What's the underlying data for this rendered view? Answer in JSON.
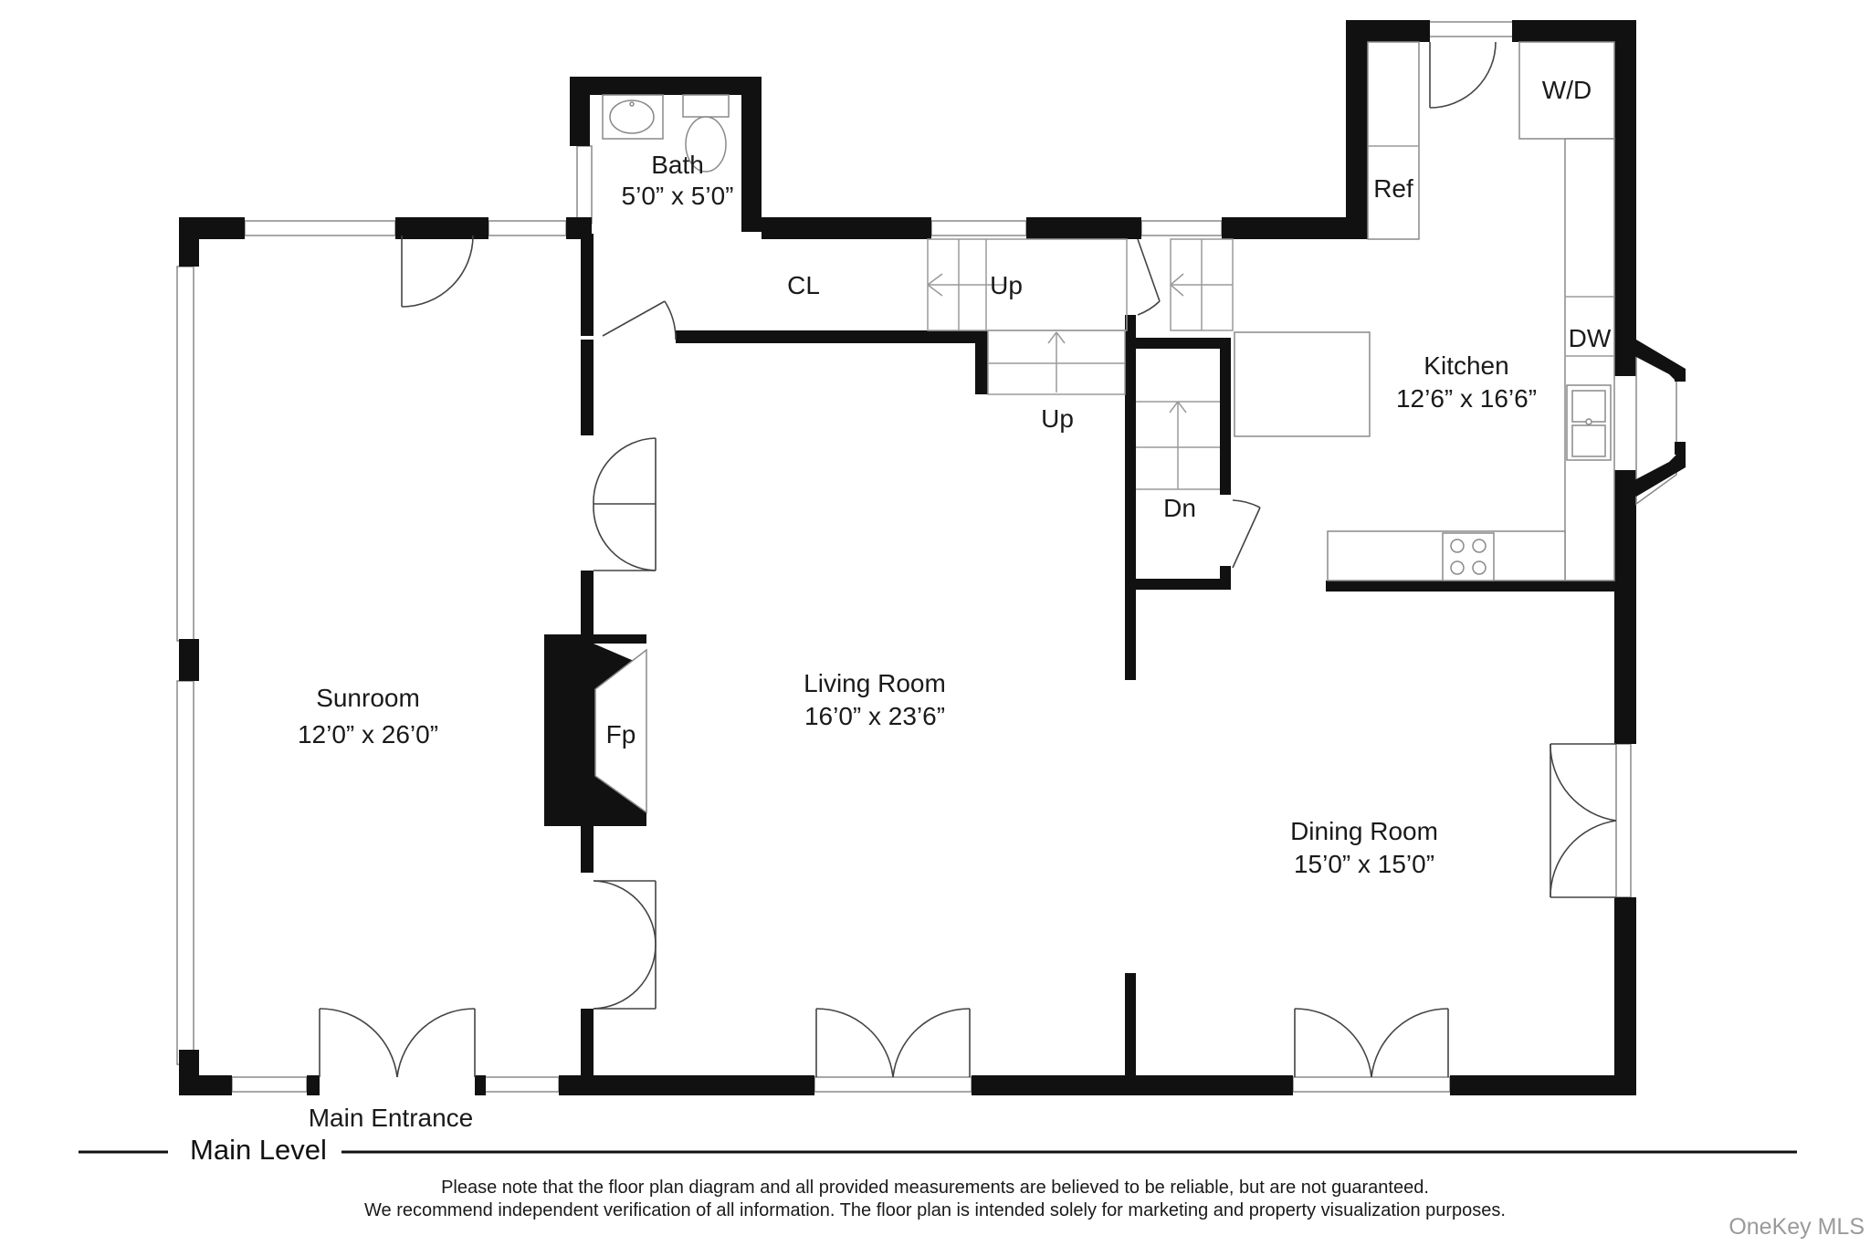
{
  "rooms": {
    "bath": {
      "name": "Bath",
      "size": "5’0” x 5’0”"
    },
    "sunroom": {
      "name": "Sunroom",
      "size": "12’0” x 26’0”"
    },
    "living": {
      "name": "Living Room",
      "size": "16’0” x 23’6”"
    },
    "kitchen": {
      "name": "Kitchen",
      "size": "12’6” x 16’6”"
    },
    "dining": {
      "name": "Dining Room",
      "size": "15’0” x 15’0”"
    }
  },
  "labels": {
    "closet": "CL",
    "stairs_up_1": "Up",
    "stairs_up_2": "Up",
    "stairs_down": "Dn",
    "fireplace": "Fp",
    "refrigerator": "Ref",
    "washer_dryer": "W/D",
    "dishwasher": "DW",
    "main_entrance": "Main Entrance"
  },
  "level": "Main Level",
  "disclaimer": {
    "line1": "Please note that the floor plan diagram and all provided measurements are believed to be reliable, but are not guaranteed.",
    "line2": "We recommend independent verification of all information. The floor plan is intended solely for marketing and property visualization purposes."
  },
  "watermark": "OneKey MLS"
}
